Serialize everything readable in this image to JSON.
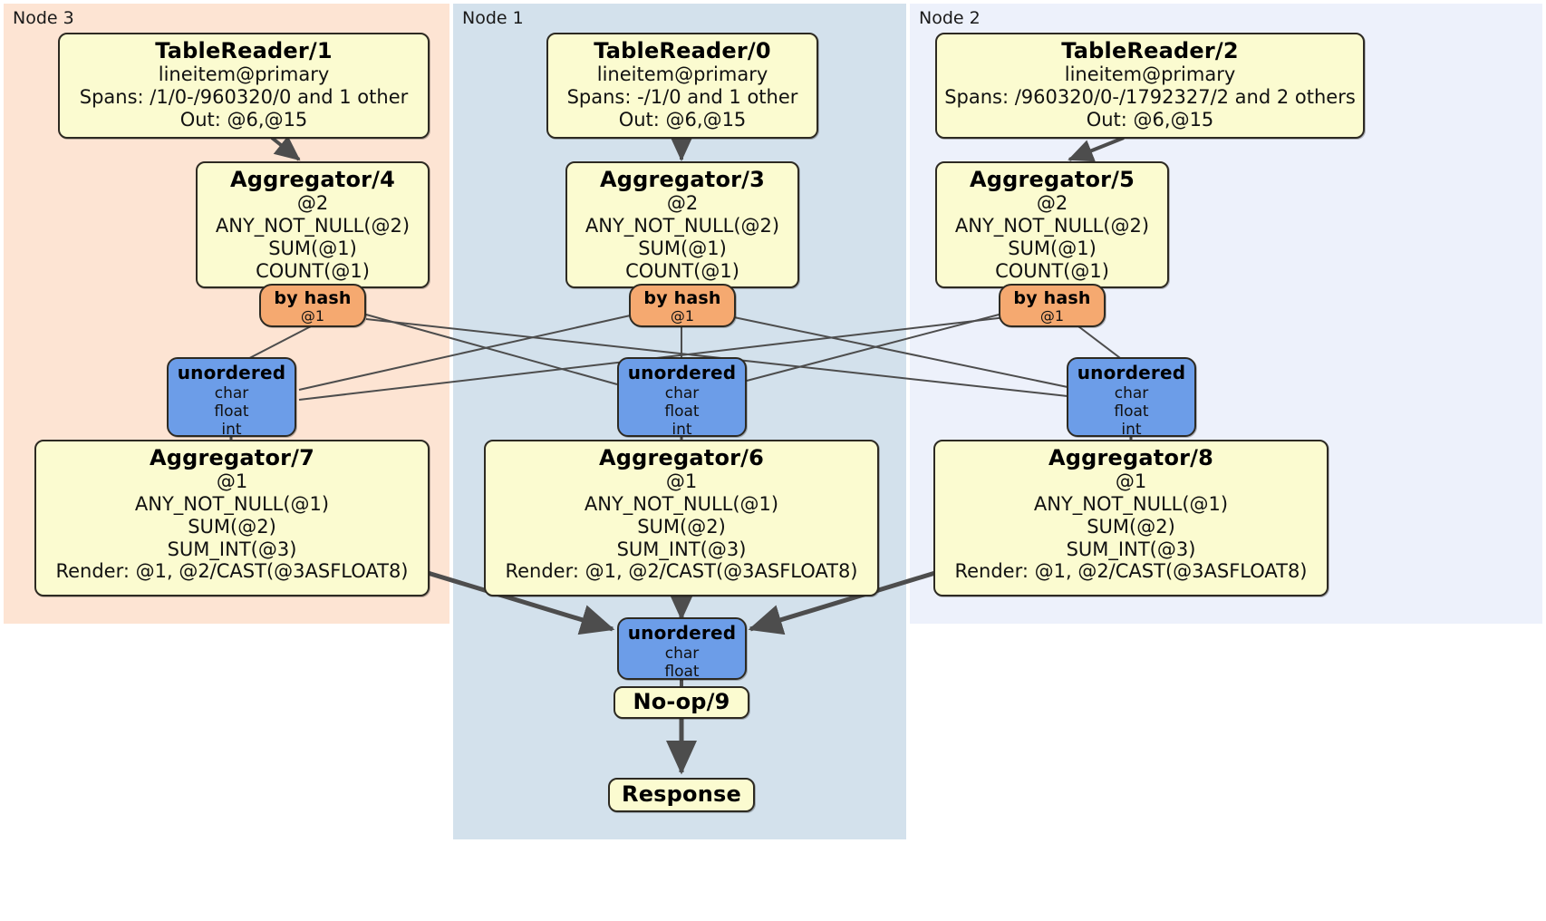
{
  "diagram": {
    "type": "distributed-query-plan",
    "clusters": [
      {
        "id": "node3",
        "label": "Node 3",
        "color": "#fde4d3"
      },
      {
        "id": "node1",
        "label": "Node 1",
        "color": "#d3e1ec"
      },
      {
        "id": "node2",
        "label": "Node 2",
        "color": "#edf1fb"
      }
    ],
    "colors": {
      "processor_fill": "#fbfbd0",
      "router_fill": "#f5a970",
      "sync_fill": "#6c9de8",
      "stroke": "#2d2a22",
      "edge_thin": "#4d4d4d",
      "edge_thick": "#4d4d4d"
    }
  },
  "readers": {
    "node3": {
      "title": "TableReader/1",
      "table": "lineitem@primary",
      "spans": "Spans: /1/0-/960320/0 and 1 other",
      "out": "Out: @6,@15"
    },
    "node1": {
      "title": "TableReader/0",
      "table": "lineitem@primary",
      "spans": "Spans: -/1/0 and 1 other",
      "out": "Out: @6,@15"
    },
    "node2": {
      "title": "TableReader/2",
      "table": "lineitem@primary",
      "spans": "Spans: /960320/0-/1792327/2 and 2 others",
      "out": "Out: @6,@15"
    }
  },
  "local_aggregators": {
    "node3": {
      "title": "Aggregator/4",
      "group": "@2",
      "agg1": "ANY_NOT_NULL(@2)",
      "agg2": "SUM(@1)",
      "agg3": "COUNT(@1)"
    },
    "node1": {
      "title": "Aggregator/3",
      "group": "@2",
      "agg1": "ANY_NOT_NULL(@2)",
      "agg2": "SUM(@1)",
      "agg3": "COUNT(@1)"
    },
    "node2": {
      "title": "Aggregator/5",
      "group": "@2",
      "agg1": "ANY_NOT_NULL(@2)",
      "agg2": "SUM(@1)",
      "agg3": "COUNT(@1)"
    }
  },
  "routers": {
    "node3": {
      "title": "by hash",
      "column": "@1"
    },
    "node1": {
      "title": "by hash",
      "column": "@1"
    },
    "node2": {
      "title": "by hash",
      "column": "@1"
    }
  },
  "synchronizers": {
    "node3": {
      "title": "unordered",
      "t1": "char",
      "t2": "float",
      "t3": "int"
    },
    "node1": {
      "title": "unordered",
      "t1": "char",
      "t2": "float",
      "t3": "int"
    },
    "node2": {
      "title": "unordered",
      "t1": "char",
      "t2": "float",
      "t3": "int"
    },
    "final": {
      "title": "unordered",
      "t1": "char",
      "t2": "float"
    }
  },
  "final_aggregators": {
    "node3": {
      "title": "Aggregator/7",
      "group": "@1",
      "agg1": "ANY_NOT_NULL(@1)",
      "agg2": "SUM(@2)",
      "agg3": "SUM_INT(@3)",
      "render": "Render: @1, @2/CAST(@3ASFLOAT8)"
    },
    "node1": {
      "title": "Aggregator/6",
      "group": "@1",
      "agg1": "ANY_NOT_NULL(@1)",
      "agg2": "SUM(@2)",
      "agg3": "SUM_INT(@3)",
      "render": "Render: @1, @2/CAST(@3ASFLOAT8)"
    },
    "node2": {
      "title": "Aggregator/8",
      "group": "@1",
      "agg1": "ANY_NOT_NULL(@1)",
      "agg2": "SUM(@2)",
      "agg3": "SUM_INT(@3)",
      "render": "Render: @1, @2/CAST(@3ASFLOAT8)"
    }
  },
  "output": {
    "noop": "No-op/9",
    "response": "Response"
  }
}
